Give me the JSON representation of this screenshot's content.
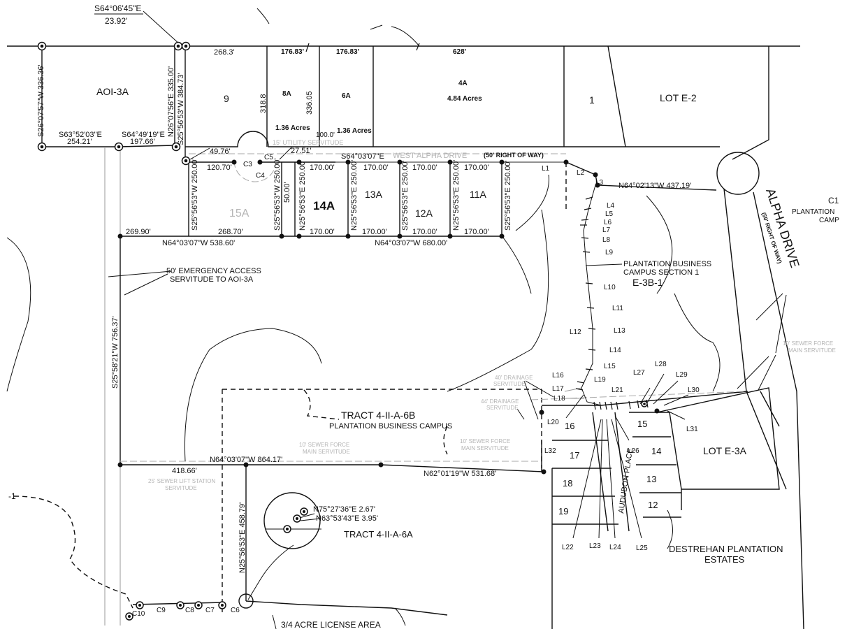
{
  "lots": {
    "aoi_3a": "AOI-3A",
    "lot_9": "9",
    "lot_8a": "8A",
    "lot_8a_area": "1.36 Acres",
    "lot_6a": "6A",
    "lot_6a_area": "1.36 Acres",
    "lot_4a": "4A",
    "lot_4a_area": "4.84 Acres",
    "lot_1": "1",
    "lot_e2": "LOT E-2",
    "lot_15a": "15A",
    "lot_14a": "14A",
    "lot_13a": "13A",
    "lot_12a": "12A",
    "lot_11a": "11A",
    "lot_16": "16",
    "lot_15": "15",
    "lot_14": "14",
    "lot_13": "13",
    "lot_12": "12",
    "lot_17": "17",
    "lot_18": "18",
    "lot_19": "19",
    "lot_e3a": "LOT E-3A",
    "e3b1": "E-3B-1",
    "c1": "C1"
  },
  "streets": {
    "west_alpha": "WEST ALPHA DRIVE",
    "west_alpha_row": "(50' RIGHT OF WAY)",
    "alpha_drive": "ALPHA DRIVE",
    "alpha_row": "(50' RIGHT OF WAY)",
    "audubon": "AUDUBON PLACE"
  },
  "labels": {
    "emergency_1": "50' EMERGENCY ACCESS",
    "emergency_2": "SERVITUDE TO AOI-3A",
    "pbc_1": "PLANTATION BUSINESS",
    "pbc_2": "CAMPUS SECTION 1",
    "plantation_camp_1": "PLANTATION",
    "plantation_camp_2": "CAMP",
    "tract_6b": "TRACT 4-II-A-6B",
    "tract_6b_sub": "PLANTATION BUSINESS CAMPUS",
    "tract_6a": "TRACT 4-II-A-6A",
    "destrehan_1": "DESTREHAN PLANTATION",
    "destrehan_2": "ESTATES",
    "license": "3/4 ACRE LICENSE AREA",
    "left_edge": "-1"
  },
  "servitudes": {
    "utility": "15' UTILITY SERVITUDE",
    "drainage40_1": "40' DRAINAGE",
    "drainage40_2": "SERVITUDE",
    "drainage44_1": "44' DRAINAGE",
    "drainage44_2": "SERVITUDE",
    "sewer_a_1": "10' SEWER FORCE",
    "sewer_a_2": "MAIN SERVITUDE",
    "sewer_b_1": "10' SEWER FORCE",
    "sewer_b_2": "MAIN SERVITUDE",
    "sewer_c_1": "10' SEWER FORCE",
    "sewer_c_2": "MAIN SERVITUDE",
    "lift_1": "25' SEWER LIFT STATION",
    "lift_2": "SERVITUDE"
  },
  "bearings": {
    "top_callout": "S64°06'45\"E",
    "top_callout_dist": "23.92'",
    "aoi_west": "S26°07'57\"W 336.36'",
    "aoi_east": "N26°07'56\"E 335.00'",
    "lot9_west": "S25°56'53\"W 384.73'",
    "aoi_south_1": "S63°52'03\"E",
    "aoi_south_1d": "254.21'",
    "aoi_south_2": "S64°49'19\"E",
    "aoi_south_2d": "197.66'",
    "west_alpha_n": "S64°03'07\"E",
    "alpha_n": "N64°02'13\"W 437.19'",
    "lots_south": "N64°03'07\"W 538.60'",
    "lots_south2": "N64°03'07\"W 680.00'",
    "emergency_line": "S25°58'21\"W 756.37'",
    "tract_line": "N64°03'07\"W 864.17'",
    "tract_line2": "N62°01'19\"W 531.68'",
    "tract_6a_west": "N25°56'53\"E 458.79'",
    "small_1": "N75°27'36\"E 2.67'",
    "small_2": "N63°53'43\"E 3.95'",
    "lot15a_w": "S25°56'53\"W 250.00'",
    "lot14a_w": "S25°56'53\"W 250.00'",
    "lot14a_e": "N25°56'53\"E 250.00'",
    "lot13a_e": "N25°56'53\"E 250.00'",
    "lot12a_w": "S25°56'53\"E 250.00'",
    "lot12a_e": "N25°56'53\"E 250.00'",
    "lot11a_e": "S25°56'53\"E 250.00'"
  },
  "distances": {
    "d268_3": "268.3'",
    "d176_83a": "176.83'",
    "d176_83b": "176.83'",
    "d628": "628'",
    "d318_8": "318.8",
    "d336_05": "336.05",
    "d100": "100.0'",
    "d49_76": "49.76'",
    "d27_51": "27.51'",
    "d120_70": "120.70'",
    "d170a": "170.00'",
    "d170b": "170.00'",
    "d170c": "170.00'",
    "d170d": "170.00'",
    "d170e": "170.00'",
    "d170f": "170.00'",
    "d170g": "170.00'",
    "d170h": "170.00'",
    "d50": "50.00'",
    "d269_90": "269.90'",
    "d268_70": "268.70'",
    "d418_66": "418.66'"
  },
  "curves": {
    "c3": "C3",
    "c4": "C4",
    "c5": "C5",
    "c6": "C6",
    "c7": "C7",
    "c8": "C8",
    "c9": "C9",
    "c10": "C10"
  },
  "line_labels": {
    "l1": "L1",
    "l2": "L2",
    "l3": "L3",
    "l4": "L4",
    "l5": "L5",
    "l6": "L6",
    "l7": "L7",
    "l8": "L8",
    "l9": "L9",
    "l10": "L10",
    "l11": "L11",
    "l12": "L12",
    "l13": "L13",
    "l14": "L14",
    "l15": "L15",
    "l16": "L16",
    "l17": "L17",
    "l18": "L18",
    "l19": "L19",
    "l20": "L20",
    "l21": "L21",
    "l22": "L22",
    "l23": "L23",
    "l24": "L24",
    "l25": "L25",
    "l26": "L26",
    "l27": "L27",
    "l28": "L28",
    "l29": "L29",
    "l30": "L30",
    "l31": "L31",
    "l32": "L32"
  }
}
